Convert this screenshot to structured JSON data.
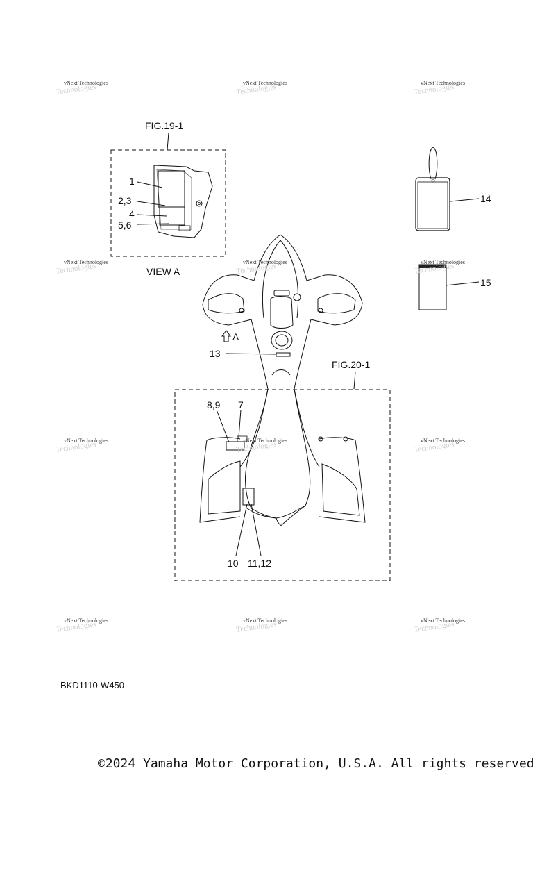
{
  "figures": {
    "fig19": "FIG.19-1",
    "view": "VIEW A",
    "fig20": "FIG.20-1",
    "arrow_label": "A"
  },
  "callouts": {
    "c1": "1",
    "c23": "2,3",
    "c4": "4",
    "c56": "5,6",
    "c7": "7",
    "c89": "8,9",
    "c10": "10",
    "c1112": "11,12",
    "c13": "13",
    "c14": "14",
    "c15": "15"
  },
  "watermark": {
    "text": "vNext Technologies"
  },
  "part_code": "BKD1110-W450",
  "copyright": "©2024 Yamaha Motor Corporation, U.S.A. All rights reserved."
}
